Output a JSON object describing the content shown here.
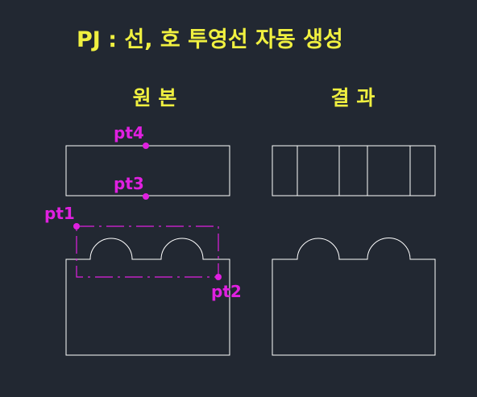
{
  "title": "PJ :  선, 호 투영선 자동 생성",
  "headings": {
    "original": "원 본",
    "result": "결 과"
  },
  "points": {
    "pt1": "pt1",
    "pt2": "pt2",
    "pt3": "pt3",
    "pt4": "pt4"
  },
  "colors": {
    "background": "#222832",
    "title": "#f0f040",
    "point": "#e020e0",
    "geometry": "#ffffff"
  }
}
